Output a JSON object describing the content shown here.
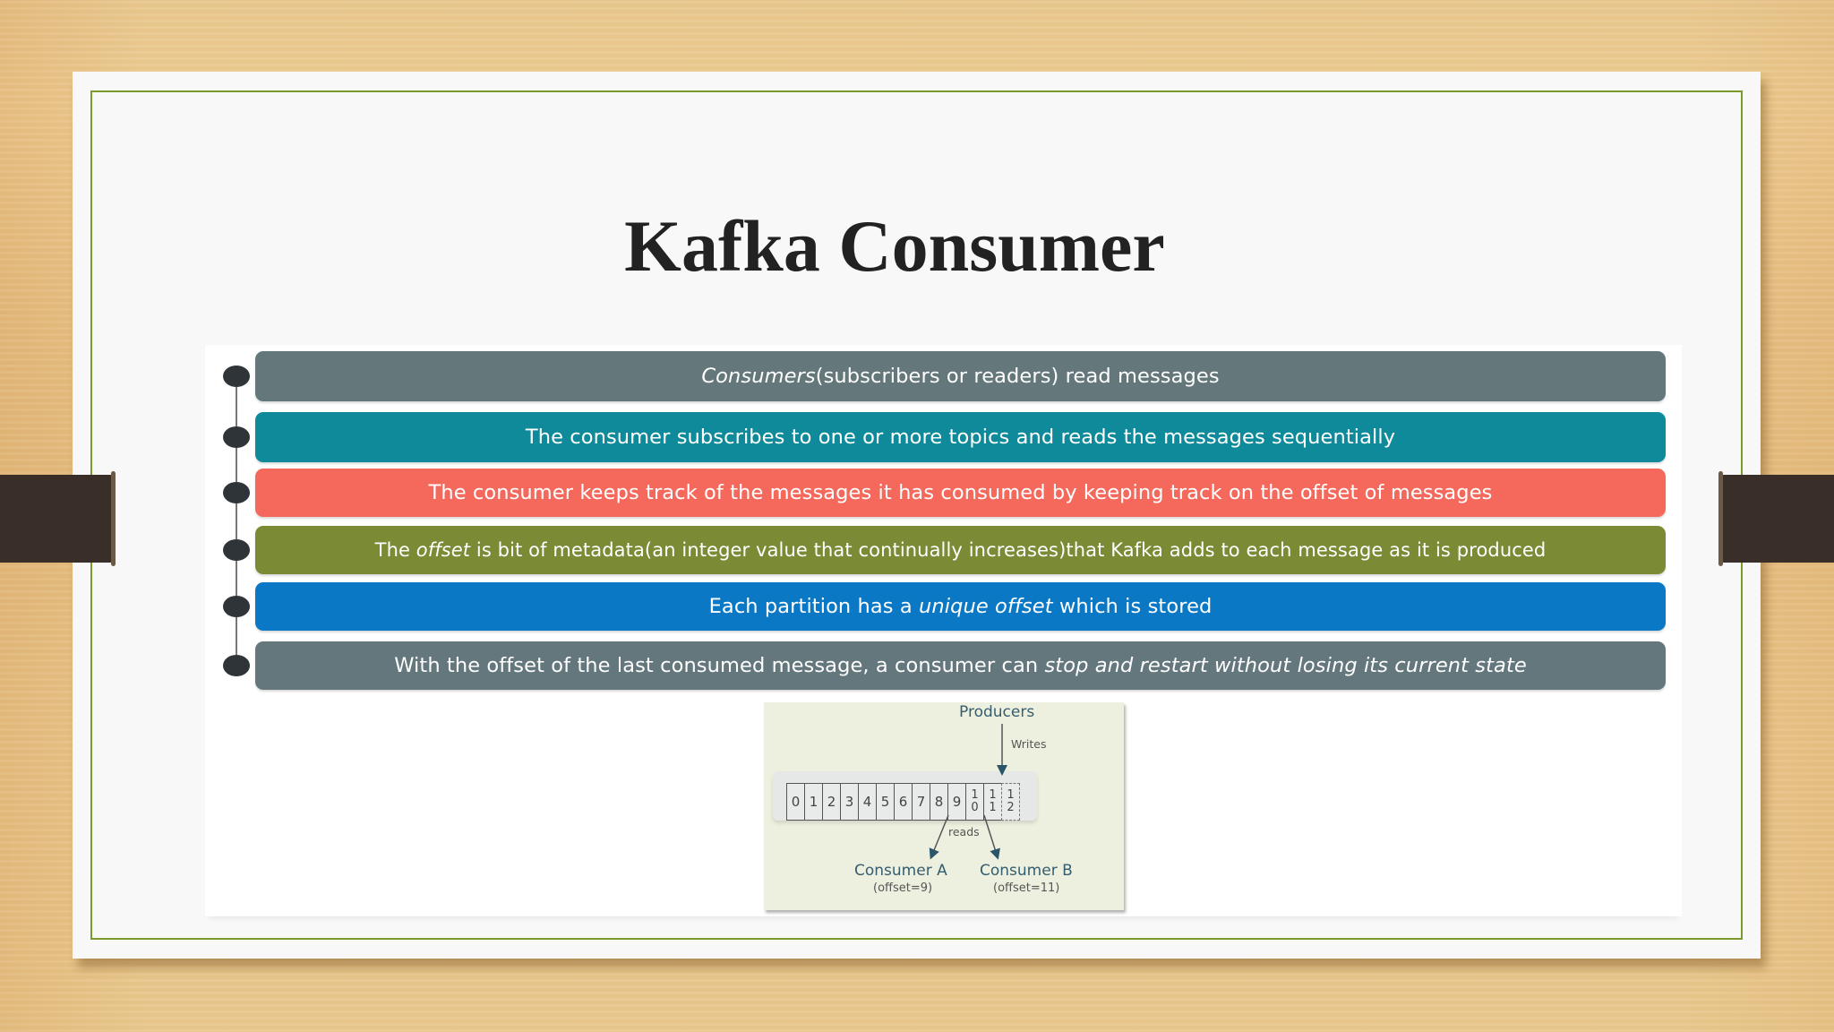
{
  "slide": {
    "title": "Kafka Consumer",
    "colors": {
      "border": "#7b9a2c",
      "bullet": "#2f3439",
      "title": "#222222"
    }
  },
  "points": [
    {
      "color": "#64787b",
      "parts": [
        {
          "text": "Consumers",
          "italic": true
        },
        {
          "text": "(subscribers or readers) read messages",
          "italic": false
        }
      ]
    },
    {
      "color": "#0e8a9b",
      "parts": [
        {
          "text": "The consumer subscribes to one or more topics and reads the messages sequentially",
          "italic": false
        }
      ]
    },
    {
      "color": "#f5695d",
      "parts": [
        {
          "text": "The consumer keeps track of the messages it has consumed by keeping track on the offset of messages",
          "italic": false
        }
      ]
    },
    {
      "color": "#7a8a35",
      "parts": [
        {
          "text": "The ",
          "italic": false
        },
        {
          "text": "offset",
          "italic": true
        },
        {
          "text": " is bit of metadata(an integer value that continually increases)that Kafka adds to each message as it is produced",
          "italic": false
        }
      ]
    },
    {
      "color": "#0a78c5",
      "parts": [
        {
          "text": "Each partition has a ",
          "italic": false
        },
        {
          "text": "unique offset",
          "italic": true
        },
        {
          "text": " which is stored",
          "italic": false
        }
      ]
    },
    {
      "color": "#64777c",
      "parts": [
        {
          "text": "With the offset of the last consumed message, a consumer can ",
          "italic": false
        },
        {
          "text": "stop and restart without losing its current state",
          "italic": true
        }
      ]
    }
  ],
  "diagram": {
    "producers_label": "Producers",
    "writes_label": "Writes",
    "reads_label": "reads",
    "offsets": [
      "0",
      "1",
      "2",
      "3",
      "4",
      "5",
      "6",
      "7",
      "8",
      "9",
      "10",
      "11",
      "12"
    ],
    "consumer_a": {
      "name": "Consumer A",
      "offset": "(offset=9)"
    },
    "consumer_b": {
      "name": "Consumer B",
      "offset": "(offset=11)"
    }
  }
}
